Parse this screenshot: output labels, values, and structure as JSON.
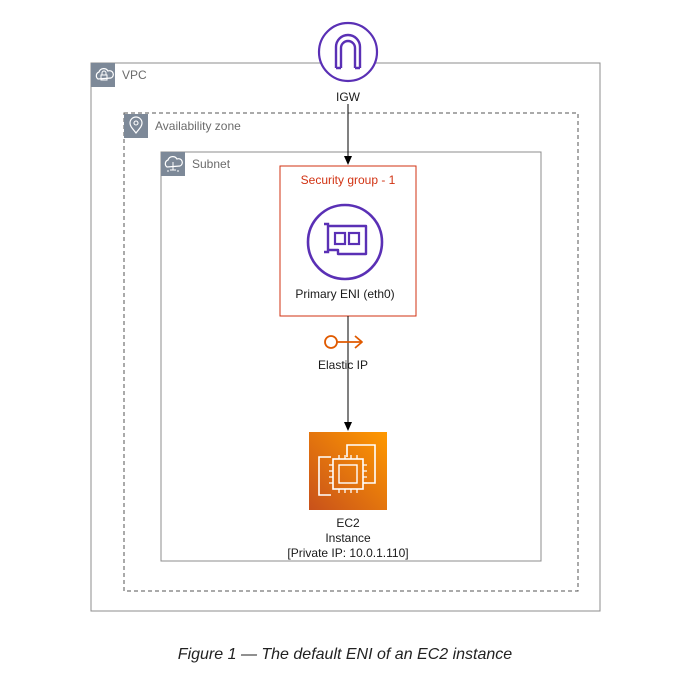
{
  "colors": {
    "group_border": "#8c8c8c",
    "group_icon_bg": "#7d8998",
    "security_group": "#d13212",
    "network_purple": "#5a30b5",
    "elastic_ip": "#e05a00",
    "ec2_top": "#f58536",
    "ec2_bottom": "#d86613",
    "arrow": "#000000"
  },
  "groups": {
    "vpc": {
      "label": "VPC",
      "icon": "vpc-cloud-lock-icon"
    },
    "availability_zone": {
      "label": "Availability zone",
      "icon": "location-pin-icon"
    },
    "subnet": {
      "label": "Subnet",
      "icon": "subnet-cloud-icon"
    },
    "security_group": {
      "label": "Security group - 1"
    }
  },
  "nodes": {
    "igw": {
      "label": "IGW",
      "icon": "internet-gateway-icon"
    },
    "eni": {
      "label": "Primary ENI (eth0)",
      "icon": "network-interface-card-icon"
    },
    "elastic_ip": {
      "label": "Elastic IP",
      "icon": "elastic-ip-icon"
    },
    "ec2": {
      "line1": "EC2",
      "line2": "Instance",
      "line3": "[Private IP: 10.0.1.110]",
      "icon": "ec2-instance-icon"
    }
  },
  "caption": "Figure 1 — The default ENI of an EC2 instance"
}
